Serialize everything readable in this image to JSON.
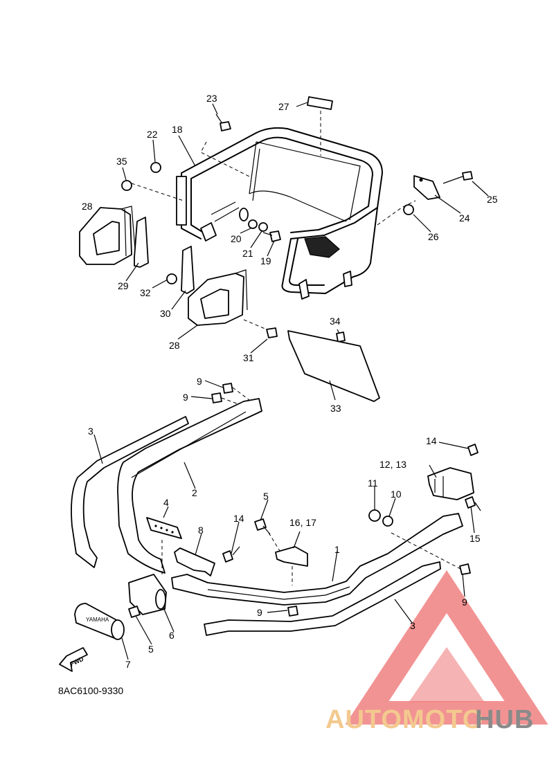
{
  "callouts": [
    "23",
    "27",
    "18",
    "22",
    "35",
    "25",
    "24",
    "26",
    "28",
    "20",
    "21",
    "19",
    "29",
    "32",
    "30",
    "28",
    "31",
    "34",
    "33",
    "9",
    "9",
    "3",
    "2",
    "14",
    "12, 13",
    "11",
    "10",
    "15",
    "4",
    "5",
    "8",
    "14",
    "16, 17",
    "1",
    "9",
    "6",
    "9",
    "5",
    "3",
    "7"
  ],
  "fwd_label": "FWD",
  "diagram_code": "8AC6100-9330",
  "watermark": {
    "part1": "AUTOMOTO",
    "part2": "HUB",
    "color_red": "#f08080",
    "color_orange": "#f3c98f",
    "color_gray": "#8a8a8a"
  }
}
